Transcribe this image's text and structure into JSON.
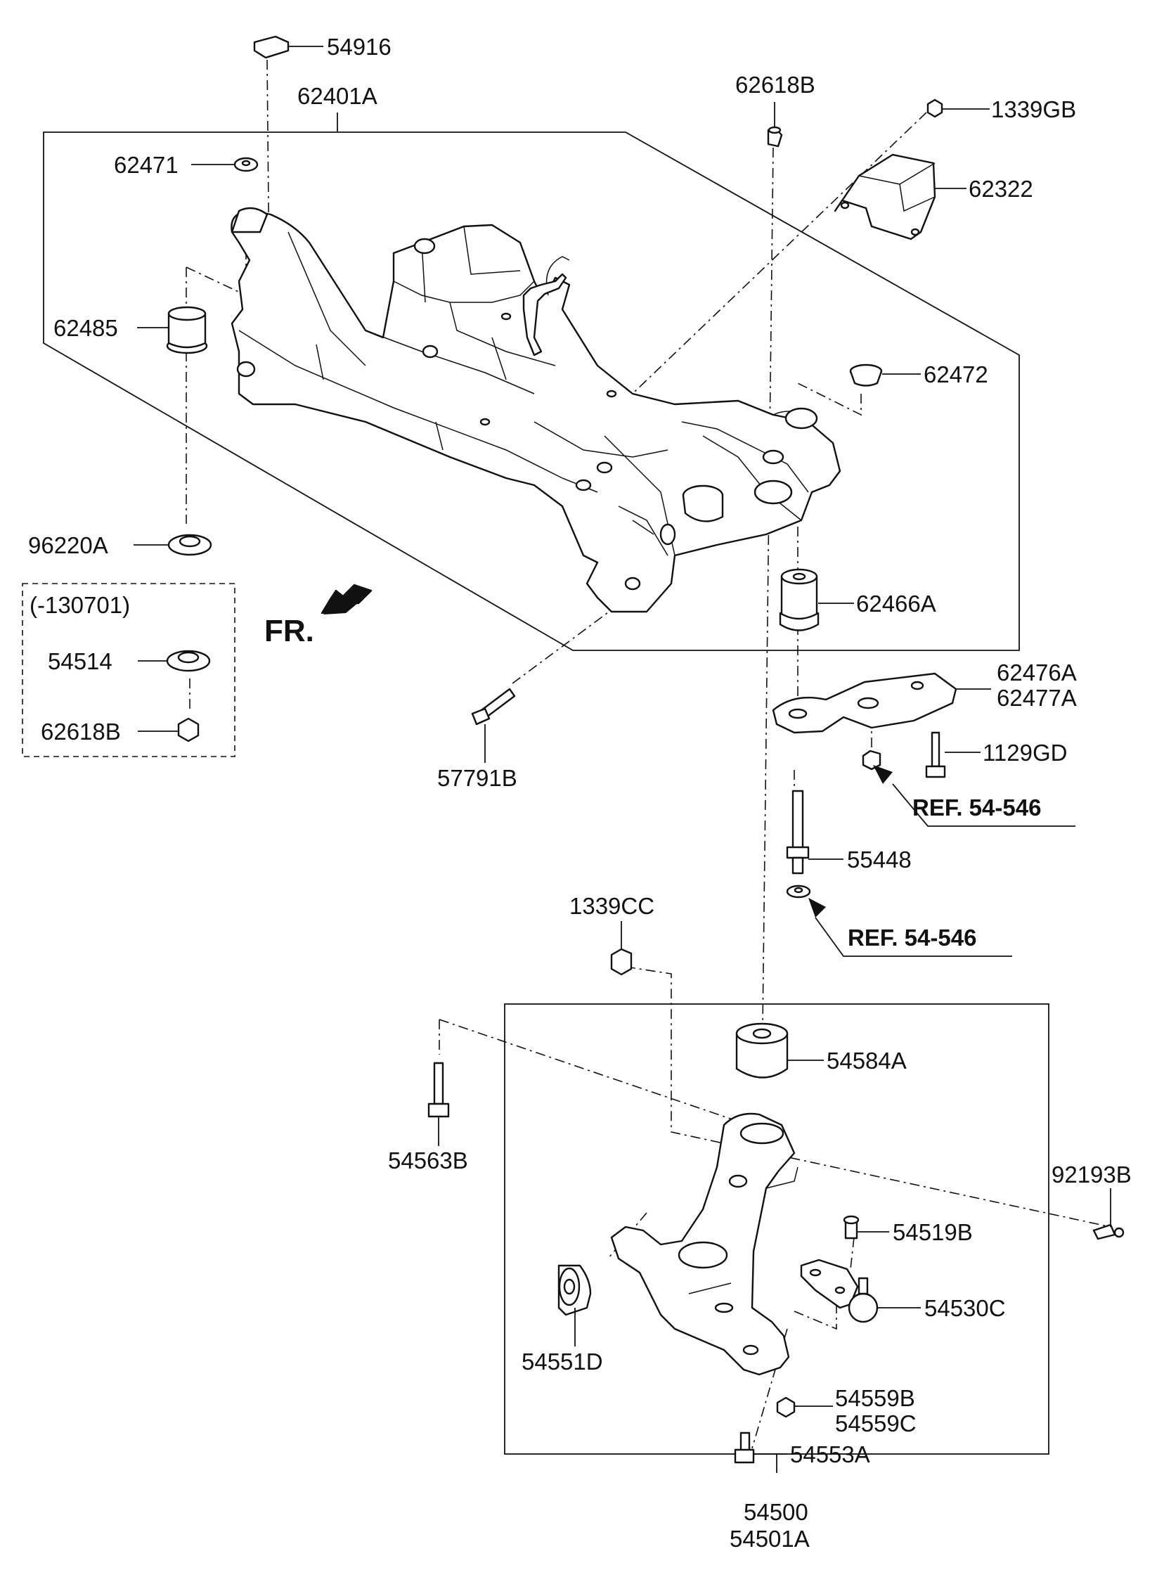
{
  "labels": {
    "p54916": "54916",
    "p62401A": "62401A",
    "p62471": "62471",
    "p62485": "62485",
    "p96220A": "96220A",
    "p62618B_top": "62618B",
    "p1339GB": "1339GB",
    "p62322": "62322",
    "p62472": "62472",
    "p62466A": "62466A",
    "p62476A": "62476A",
    "p62477A": "62477A",
    "p1129GD": "1129GD",
    "p55448": "55448",
    "p57791B": "57791B",
    "p1339CC": "1339CC",
    "p54584A": "54584A",
    "p54563B": "54563B",
    "p92193B": "92193B",
    "p54519B": "54519B",
    "p54530C": "54530C",
    "p54551D": "54551D",
    "p54559B": "54559B",
    "p54559C": "54559C",
    "p54553A": "54553A",
    "p54500": "54500",
    "p54501A": "54501A",
    "p54514": "54514",
    "p62618B_inset": "62618B"
  },
  "inset": {
    "condition": "(-130701)"
  },
  "references": {
    "ref1": "REF. 54-546",
    "ref2": "REF. 54-546"
  },
  "direction": {
    "label": "FR."
  }
}
